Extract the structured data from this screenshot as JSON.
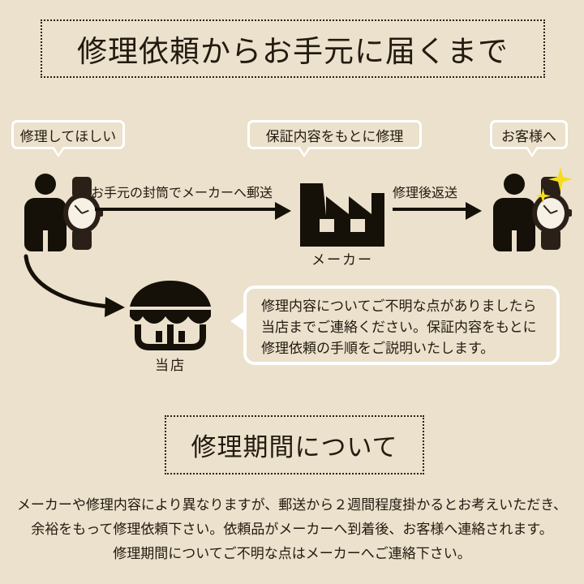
{
  "page": {
    "background_color": "#EBE1CC",
    "text_color": "#231A10",
    "accent_sparkle_color": "#F7DC1B"
  },
  "title": {
    "text": "修理依頼からお手元に届くまで"
  },
  "flow": {
    "tags": [
      {
        "name": "customer-request",
        "label": "修理してほしい"
      },
      {
        "name": "maker-repair",
        "label": "保証内容をもとに修理"
      },
      {
        "name": "to-customer",
        "label": "お客様へ"
      }
    ],
    "arrows": [
      {
        "name": "ship-to-maker",
        "label": "お手元の封筒でメーカーへ郵送"
      },
      {
        "name": "return-after-repair",
        "label": "修理後返送"
      }
    ],
    "icons": {
      "customer_left": "person-icon",
      "watch_left": "wristwatch-icon",
      "factory": "factory-icon",
      "customer_right": "person-icon",
      "watch_right": "wristwatch-icon",
      "sparkle_big": "sparkle-icon",
      "sparkle_small": "sparkle-icon",
      "shop": "storefront-icon",
      "curve_arrow": "curved-arrow-icon"
    },
    "captions": {
      "factory": "メーカー",
      "shop": "当店"
    }
  },
  "info_bubble": {
    "lines": [
      "修理内容についてご不明な点がありましたら",
      "当店までご連絡ください。保証内容をもとに",
      "修理依頼の手順をご説明いたします。"
    ]
  },
  "section": {
    "title": "修理期間について"
  },
  "bottom_note": {
    "lines": [
      "メーカーや修理内容により異なりますが、郵送から２週間程度掛かるとお考えいただき、",
      "余裕をもって修理依頼下さい。依頼品がメーカーへ到着後、お客様へ連絡されます。",
      "修理期間についてご不明な点はメーカーへご連絡下さい。"
    ]
  }
}
